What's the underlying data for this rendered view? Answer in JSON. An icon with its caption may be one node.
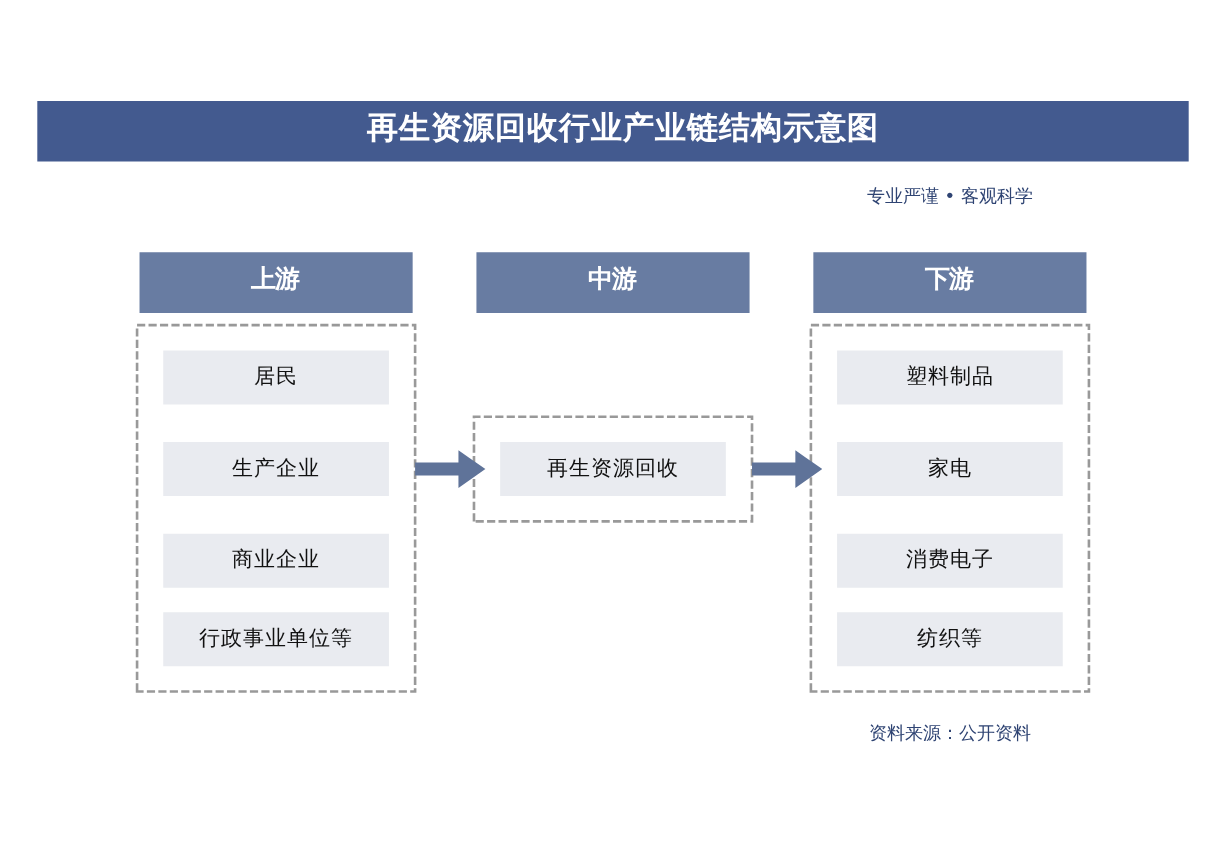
{
  "diagram": {
    "title": "再生资源回收行业产业链结构示意图",
    "nodes": [
      {
        "text": [
          "上游"
        ]
      },
      {
        "text": [],
        "shape": "box"
      },
      {
        "text": [
          "居民"
        ],
        "in": 1
      },
      {
        "text": [
          "生产企业"
        ],
        "in": 1
      },
      {
        "text": [
          "商业企业"
        ],
        "in": 1
      },
      {
        "text": [
          "行政事业单位等"
        ],
        "in": 1
      },
      {
        "text": [
          "中游"
        ]
      },
      {
        "text": [],
        "shape": "box"
      },
      {
        "text": [
          "再生资源回收"
        ],
        "in": 7
      },
      {
        "text": [
          "下游"
        ]
      },
      {
        "text": [],
        "shape": "box"
      },
      {
        "text": [
          "塑料制品"
        ],
        "in": 10
      },
      {
        "text": [
          "家电"
        ],
        "in": 10
      },
      {
        "text": [
          "消费电子"
        ],
        "in": 10
      },
      {
        "text": [
          "纺织等"
        ],
        "in": 10
      }
    ],
    "edges": [
      {
        "from": 1,
        "to": 7,
        "arrow": "to"
      },
      {
        "from": 7,
        "to": 10,
        "arrow": "to"
      }
    ],
    "labels": [
      "专业严谨 • 客观科学",
      "资料来源：公开资料"
    ]
  }
}
